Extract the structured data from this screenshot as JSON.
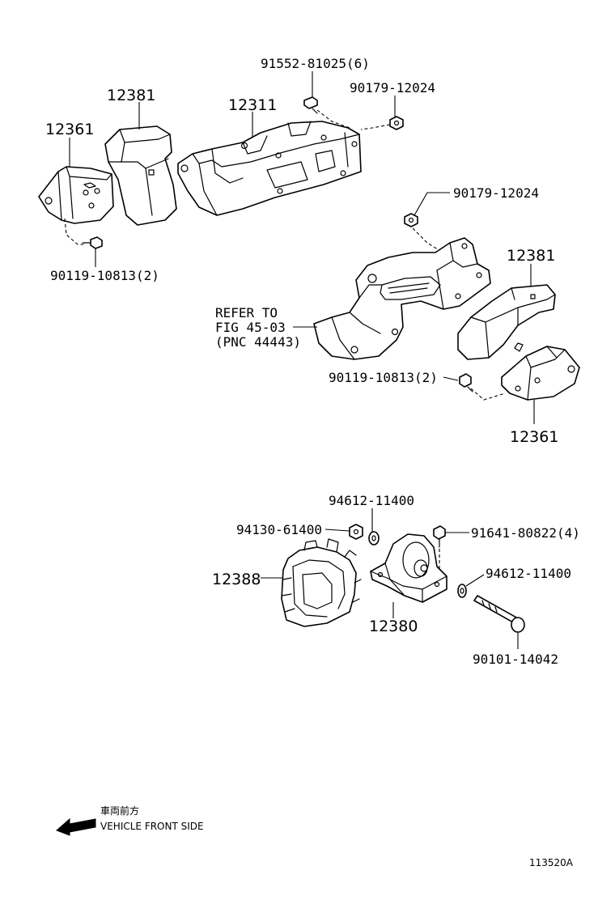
{
  "labels": {
    "p_91552": "91552-81025(6)",
    "p_90179_a": "90179-12024",
    "p_12381_a": "12381",
    "p_12311": "12311",
    "p_12361_a": "12361",
    "p_90119_a": "90119-10813(2)",
    "p_90179_b": "90179-12024",
    "p_12381_b": "12381",
    "p_90119_b": "90119-10813(2)",
    "p_12361_b": "12361",
    "p_94612_a": "94612-11400",
    "p_94130": "94130-61400",
    "p_91641": "91641-80822(4)",
    "p_12388": "12388",
    "p_94612_b": "94612-11400",
    "p_12380": "12380",
    "p_90101": "90101-14042"
  },
  "reference": {
    "line1": "REFER TO",
    "line2": "FIG 45-03",
    "line3": "(PNC 44443)"
  },
  "orientation": {
    "japanese": "車両前方",
    "english": "VEHICLE FRONT SIDE"
  },
  "diagram_code": "113520A"
}
